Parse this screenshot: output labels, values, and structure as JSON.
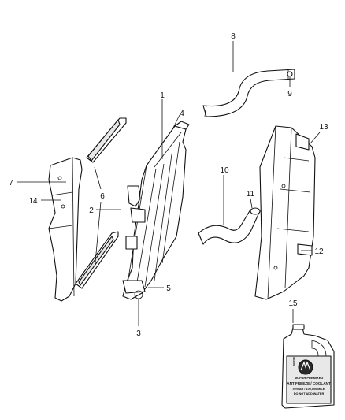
{
  "callouts": {
    "c1": "1",
    "c2": "2",
    "c3": "3",
    "c4": "4",
    "c5": "5",
    "c6": "6",
    "c7": "7",
    "c8": "8",
    "c9": "9",
    "c10": "10",
    "c11": "11",
    "c12": "12",
    "c13": "13",
    "c14": "14",
    "c15": "15"
  },
  "jug_label": {
    "line1": "MOPAR PREMIXED",
    "line2": "ANTIFREEZE / COOLANT",
    "line3": "5 YEAR / 100,000 MILE",
    "line4": "DO NOT ADD WATER",
    "brand": "MOPAR"
  },
  "colors": {
    "line": "#111111",
    "fill": "#ffffff",
    "shade": "#e8e8e8"
  }
}
